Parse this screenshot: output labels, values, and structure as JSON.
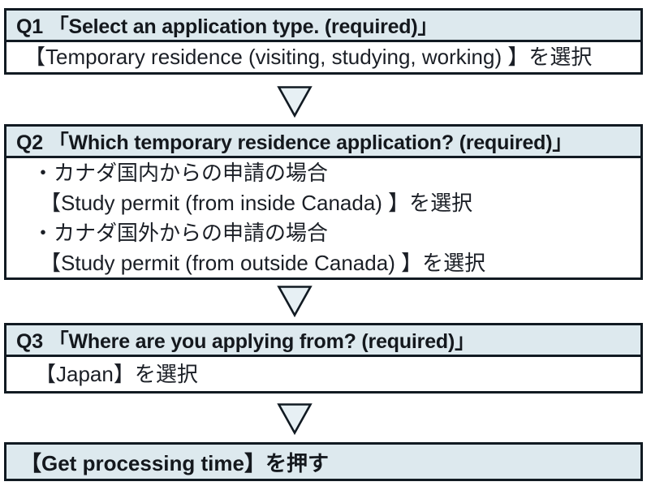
{
  "colors": {
    "header_background": "#dde9ee",
    "arrow_fill": "#e7f0f4",
    "border": "#111a22",
    "body_background": "#ffffff",
    "text": "#14181d"
  },
  "icons": {
    "down_arrow": "down-arrow-triangle-outline"
  },
  "flow": {
    "steps": [
      {
        "header": "Q1 「Select an application type. (required)」",
        "body_lines": [
          "【Temporary residence (visiting, studying, working) 】を選択"
        ]
      },
      {
        "header": "Q2 「Which temporary residence application? (required)」",
        "body_lines": [
          "・カナダ国内からの申請の場合",
          "【Study permit (from inside Canada) 】を選択",
          "・カナダ国外からの申請の場合",
          "【Study permit (from outside Canada) 】を選択"
        ]
      },
      {
        "header": "Q3 「Where are you applying from? (required)」",
        "body_lines": [
          "【Japan】を選択"
        ]
      }
    ],
    "final_step": "【Get processing time】を押す"
  }
}
